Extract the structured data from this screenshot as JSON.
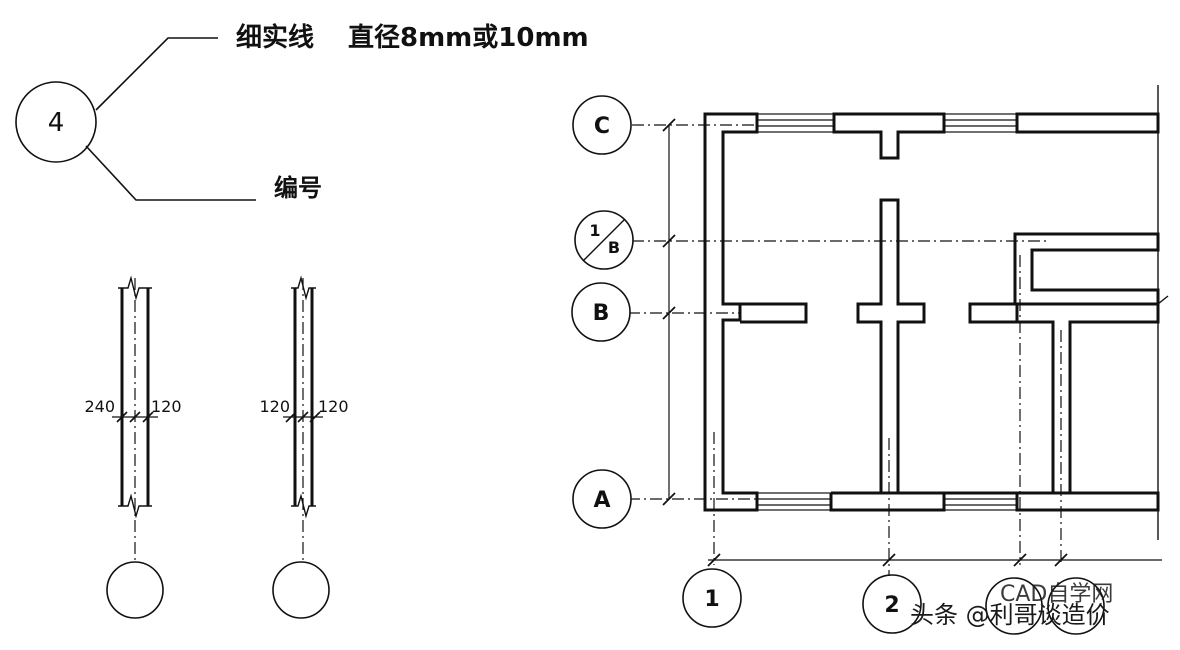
{
  "callout": {
    "spec_text": "细实线",
    "diameter_text": "直径8mm或10mm",
    "number_label": "编号",
    "example_number": "4"
  },
  "wall_examples": [
    {
      "left_dim": "240",
      "right_dim": "120"
    },
    {
      "left_dim": "120",
      "right_dim": "120"
    }
  ],
  "plan": {
    "row_axes": [
      "C",
      "1/B",
      "B",
      "A"
    ],
    "secondary_axis": {
      "numerator": "1",
      "denominator": "B"
    },
    "column_axes": [
      "1",
      "2"
    ]
  },
  "watermark": {
    "line1": "CAD自学网",
    "line2": "头条 @利哥谈造价"
  },
  "colors": {
    "ink": "#111111",
    "background": "#ffffff"
  }
}
